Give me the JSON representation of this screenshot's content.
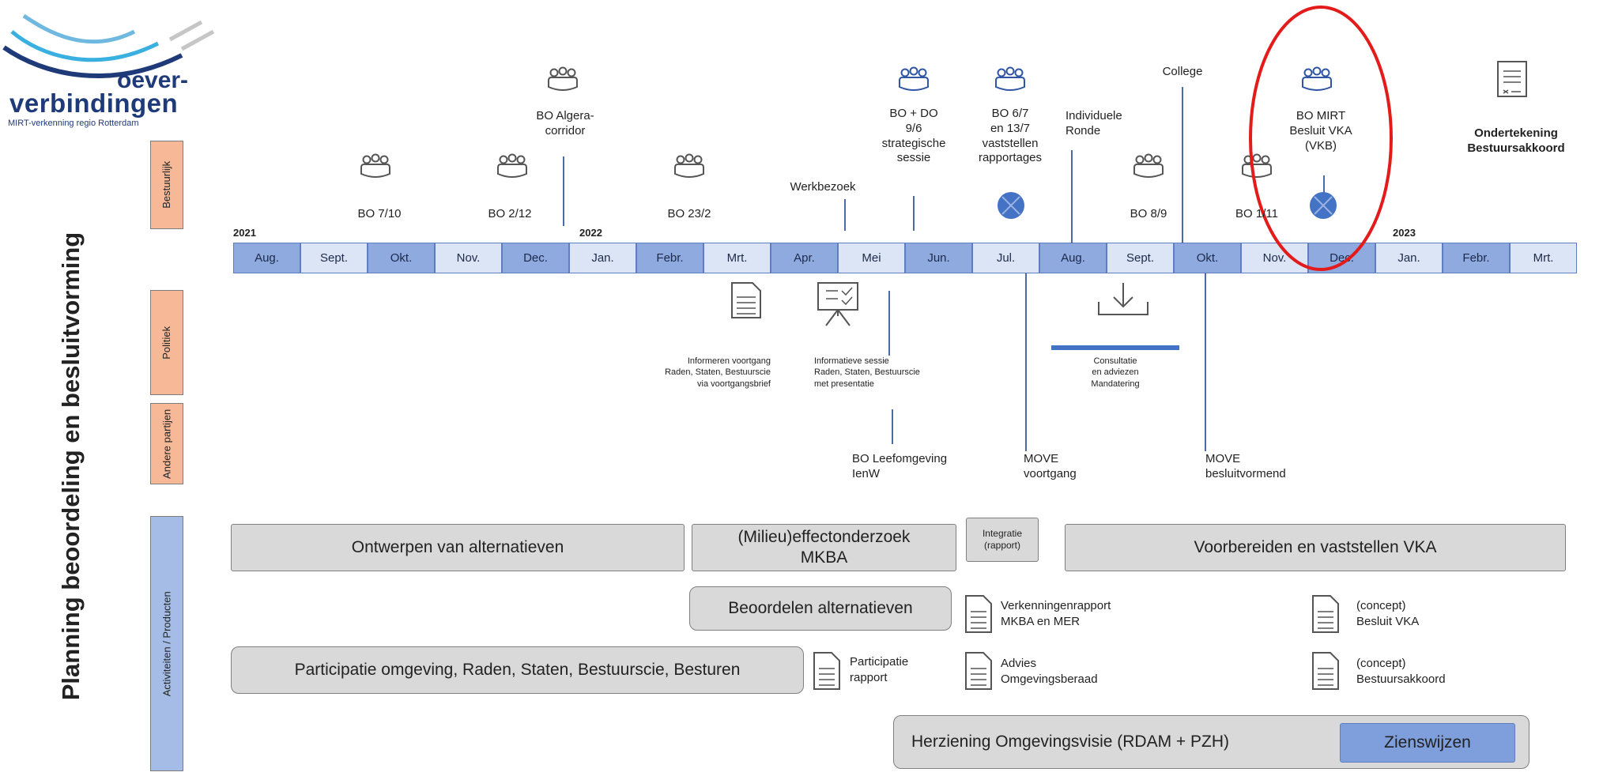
{
  "logo": {
    "word1": "oever-",
    "word2": "verbindingen",
    "tagline": "MIRT-verkenning regio Rotterdam"
  },
  "vertical_title": "Planning beoordeling en besluitvorming",
  "row_labels": {
    "bestuurlijk": "Bestuurlijk",
    "politiek": "Politiek",
    "andere": "Andere partijen",
    "activiteiten": "Activiteiten / Producten"
  },
  "years": [
    "2021",
    "2022",
    "2023"
  ],
  "months": [
    "Aug.",
    "Sept.",
    "Okt.",
    "Nov.",
    "Dec.",
    "Jan.",
    "Febr.",
    "Mrt.",
    "Apr.",
    "Mei",
    "Jun.",
    "Jul.",
    "Aug.",
    "Sept.",
    "Okt.",
    "Nov.",
    "Dec.",
    "Jan.",
    "Febr.",
    "Mrt."
  ],
  "bestuurlijk_events": {
    "bo_7_10": "BO 7/10",
    "bo_2_12": "BO 2/12",
    "bo_algera": "BO Algera-\ncorridor",
    "bo_23_2": "BO 23/2",
    "werkbezoek": "Werkbezoek",
    "bo_do": "BO + DO\n9/6\nstrategische\nsessie",
    "bo_6_7": "BO 6/7\nen 13/7\nvaststellen\nrapportages",
    "individuele": "Individuele\nRonde",
    "bo_8_9": "BO 8/9",
    "college": "College",
    "bo_11": "BO 1/11",
    "bo_mirt": "BO MIRT\nBesluit VKA\n(VKB)",
    "ondertekening": "Ondertekening\nBestuursakkoord"
  },
  "politiek_items": {
    "informeren": "Informeren voortgang\nRaden, Staten, Bestuurscie\nvia voortgangsbrief",
    "informatieve": "Informatieve sessie\nRaden, Staten, Bestuurscie\nmet presentatie",
    "consultatie": "Consultatie\nen adviezen\nMandatering"
  },
  "andere_items": {
    "bo_leefomgeving": "BO Leefomgeving\nIenW",
    "move_voortgang": "MOVE\nvoortgang",
    "move_besluit": "MOVE\nbesluitvormend"
  },
  "activities": {
    "ontwerpen": "Ontwerpen van alternatieven",
    "milieu": "(Milieu)effectonderzoek\nMKBA",
    "integratie": "Integratie\n(rapport)",
    "voorbereiden": "Voorbereiden en vaststellen VKA",
    "beoordelen": "Beoordelen alternatieven",
    "participatie": "Participatie omgeving, Raden, Staten, Bestuurscie, Besturen",
    "herziening": "Herziening Omgevingsvisie (RDAM + PZH)",
    "zienswijzen": "Zienswijzen"
  },
  "documents": {
    "participatie_rapport": "Participatie\nrapport",
    "verkenningenrapport": "Verkenningenrapport\nMKBA en MER",
    "advies": "Advies\nOmgevingsberaad",
    "concept_vka": "(concept)\nBesluit VKA",
    "concept_akkoord": "(concept)\nBestuursakkoord"
  },
  "colors": {
    "month_dark": "#8eaadf",
    "month_light": "#dce5f5",
    "salmon": "#f6b896",
    "steel": "#a5bde6",
    "box_grey": "#d9d9d9",
    "marker_blue": "#4472c4",
    "highlight_red": "#e31b1b",
    "logo_navy": "#1f3a78",
    "logo_cyan": "#3ab0e0"
  },
  "icons": {
    "meeting": "meeting-people-icon",
    "marker": "x-circle-marker-icon",
    "document": "document-icon",
    "presentation": "presentation-board-icon",
    "download": "download-tray-icon",
    "signature": "signature-document-icon"
  }
}
